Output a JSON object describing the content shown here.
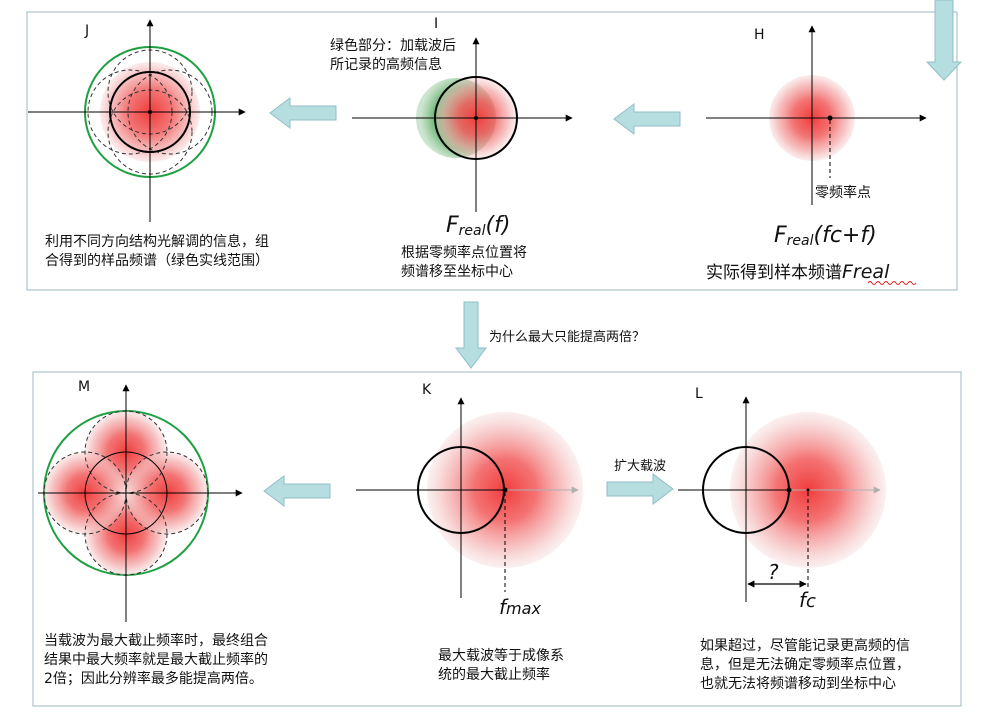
{
  "top_panel": {
    "J": {
      "letter": "J",
      "caption_line1": "利用不同方向结构光解调的信息，组",
      "caption_line2": "合得到的样品频谱（绿色实线范围）"
    },
    "I": {
      "letter": "I",
      "note_line1": "绿色部分：加载波后",
      "note_line2": "所记录的高频信息",
      "formula_main": "F",
      "formula_sub": "real",
      "formula_arg": "(f)",
      "caption_line1": "根据零频率点位置将",
      "caption_line2": "频谱移至坐标中心"
    },
    "H": {
      "letter": "H",
      "zero_label": "零频率点",
      "formula_main": "F",
      "formula_sub": "real",
      "formula_arg": "(fc+f)",
      "caption_prefix": "实际得到样本频谱",
      "caption_term": "Freal"
    }
  },
  "middle": {
    "question": "为什么最大只能提高两倍？"
  },
  "bottom_panel": {
    "M": {
      "letter": "M",
      "caption_line1": "当载波为最大截止频率时，最终组合",
      "caption_line2": "结果中最大频率就是最大截止频率的",
      "caption_line3": "2倍；因此分辨率最多能提高两倍。"
    },
    "K": {
      "letter": "K",
      "fmax_main": "f",
      "fmax_sub": "max",
      "caption_line1": "最大载波等于成像系",
      "caption_line2": "统的最大截止频率"
    },
    "L": {
      "letter": "L",
      "arrow_label": "扩大载波",
      "question_mark": "?",
      "fc_main": "f",
      "fc_sub": "c",
      "caption_line1": "如果超过，尽管能记录更高频的信",
      "caption_line2": "息，但是无法确定零频率点位置，",
      "caption_line3": "也就无法将频谱移动到坐标中心"
    }
  },
  "colors": {
    "spectrum_red": "#f05050",
    "green_ring": "#1ea040",
    "green_fill": "#3a9a4a",
    "block_arrow": "#b6dde0",
    "panel_border": "#9ab8c0"
  }
}
